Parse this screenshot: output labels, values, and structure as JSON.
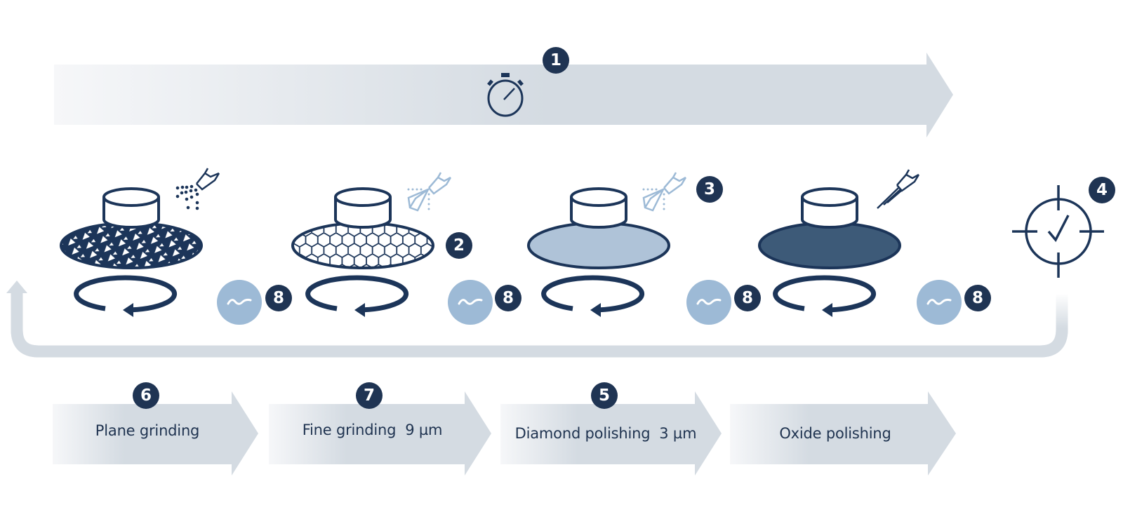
{
  "colors": {
    "navy": "#1c3559",
    "badge_bg": "#1f3453",
    "arrow_gray": "#d4dbe2",
    "light_blue": "#9dbad6",
    "pale_blue_disc": "#afc3d8",
    "dark_disc": "#3d5a78",
    "text": "#1f3350"
  },
  "timeline": {
    "icon": "stopwatch-icon",
    "badge": "1"
  },
  "stations": [
    {
      "id": "plane-grinding",
      "surface": "grid-mesh",
      "spray": "dotted-spray-icon",
      "rotation_icon": "rotate-ccw-icon",
      "rinse_icon": "wave-icon",
      "rinse_badge": "8"
    },
    {
      "id": "fine-grinding",
      "surface": "honeycomb",
      "spray": "diamond-spray-icon",
      "side_badge": "2",
      "rotation_icon": "rotate-ccw-icon",
      "rinse_icon": "wave-icon",
      "rinse_badge": "8"
    },
    {
      "id": "diamond-polishing",
      "surface": "light-cloth",
      "spray": "diamond-spray-icon",
      "side_badge": "3",
      "rotation_icon": "rotate-ccw-icon",
      "rinse_icon": "wave-icon",
      "rinse_badge": "8"
    },
    {
      "id": "oxide-polishing",
      "surface": "dark-cloth",
      "spray": "jet-spray-icon",
      "rotation_icon": "rotate-ccw-icon",
      "rinse_icon": "wave-icon",
      "rinse_badge": "8"
    }
  ],
  "inspection": {
    "icon": "target-check-icon",
    "badge": "4"
  },
  "steps": [
    {
      "label": "Plane grinding",
      "badge": "6"
    },
    {
      "label": "Fine grinding  9 µm",
      "badge": "7"
    },
    {
      "label": "Diamond polishing  3 µm",
      "badge": "5"
    },
    {
      "label": "Oxide polishing"
    }
  ]
}
